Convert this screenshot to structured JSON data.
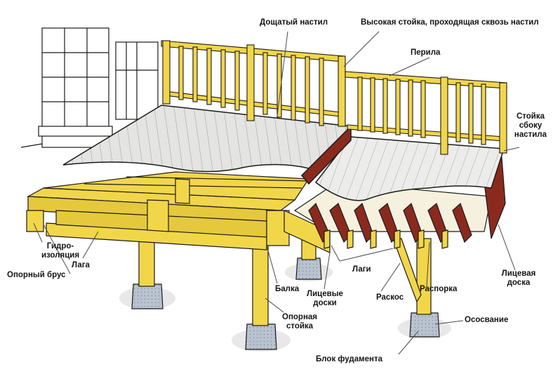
{
  "colors": {
    "wood": "#f2d64a",
    "wood_dark": "#c9a92a",
    "wood_red": "#8a2a1e",
    "deck_gray": "#e4e4e2",
    "outline": "#1a1a1a",
    "concrete": "#b9c3cf",
    "ground": "#e8e8e8"
  },
  "labels": {
    "decking": "Дощатый настил",
    "tall_post": "Высокая стойка, проходящая сквозь настил",
    "railing": "Перила",
    "side_post": [
      "Стойка",
      "сбоку",
      "настила"
    ],
    "waterproofing": [
      "Гидро-",
      "изоляция"
    ],
    "support_beam": "Опорный брус",
    "joist": "Лага",
    "beam": "Балка",
    "support_post": [
      "Опорная",
      "стойка"
    ],
    "rim_boards": [
      "Лицевые",
      "доски"
    ],
    "joists": "Лаги",
    "brace": "Раскос",
    "blocking": "Распорка",
    "rim_board": [
      "Лицевая",
      "доска"
    ],
    "base": "Ососвание",
    "foundation_block": "Блок фудамента"
  }
}
